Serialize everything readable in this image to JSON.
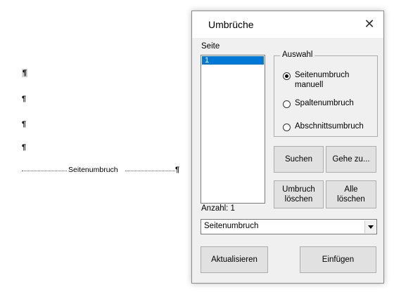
{
  "document": {
    "pilcrows": [
      "¶",
      "¶",
      "¶",
      "¶"
    ],
    "page_break": {
      "label": "Seitenumbruch",
      "mark": "¶"
    }
  },
  "dialog": {
    "title": "Umbrüche",
    "close_glyph": "✕",
    "list_label": "Seite",
    "list_items": [
      "1"
    ],
    "count_label": "Anzahl: 1",
    "group": {
      "legend": "Auswahl",
      "options": [
        {
          "label_line1": "Seitenumbruch",
          "label_line2": "manuell",
          "selected": true
        },
        {
          "label_line1": "Spaltenumbruch",
          "label_line2": "",
          "selected": false
        },
        {
          "label_line1": "Abschnittsumbruch",
          "label_line2": "",
          "selected": false
        }
      ]
    },
    "buttons": {
      "search": "Suchen",
      "goto": "Gehe zu...",
      "delete_line1": "Umbruch",
      "delete_line2": "löschen",
      "delete_all_line1": "Alle",
      "delete_all_line2": "löschen",
      "refresh": "Aktualisieren",
      "insert": "Einfügen"
    },
    "combo_value": "Seitenumbruch",
    "accent_color": "#0078d7"
  }
}
